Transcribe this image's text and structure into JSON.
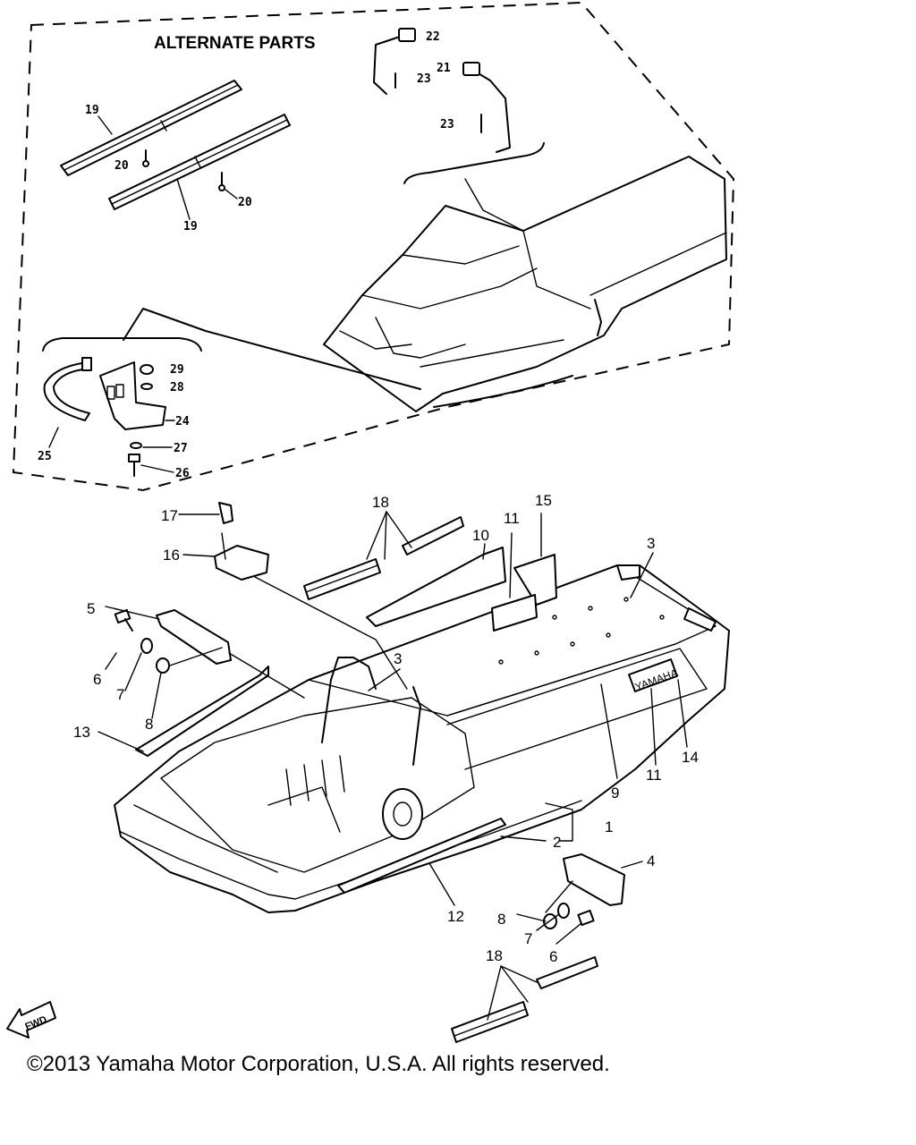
{
  "diagram": {
    "title": "ALTERNATE PARTS",
    "fwd_label": "FWD",
    "badge_text": "YAMAHA",
    "callouts": {
      "c1": "1",
      "c2": "2",
      "c3a": "3",
      "c3b": "3",
      "c4": "4",
      "c5": "5",
      "c6a": "6",
      "c6b": "6",
      "c7a": "7",
      "c7b": "7",
      "c8a": "8",
      "c8b": "8",
      "c9": "9",
      "c10": "10",
      "c11a": "11",
      "c11b": "11",
      "c12": "12",
      "c13": "13",
      "c14": "14",
      "c15": "15",
      "c16": "16",
      "c17": "17",
      "c18a": "18",
      "c18b": "18",
      "c19a": "19",
      "c19b": "19",
      "c20a": "20",
      "c20b": "20",
      "c21": "21",
      "c22": "22",
      "c23a": "23",
      "c23b": "23",
      "c24": "24",
      "c25": "25",
      "c26": "26",
      "c27": "27",
      "c28": "28",
      "c29": "29"
    }
  },
  "footer": {
    "copyright": "©2013 Yamaha Motor Corporation, U.S.A. All rights reserved."
  }
}
